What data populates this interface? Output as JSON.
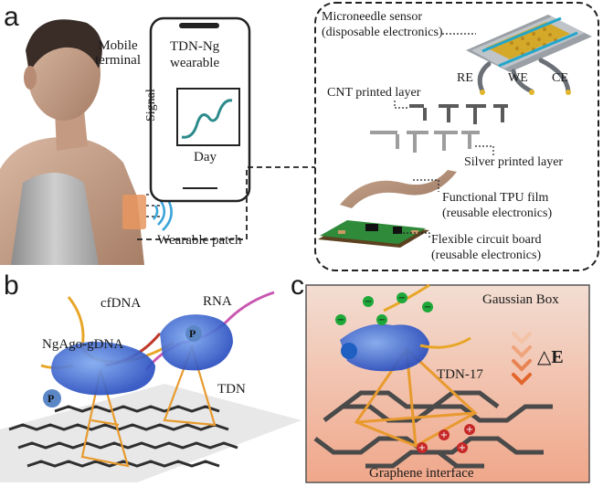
{
  "panels": {
    "a": {
      "letter": "a",
      "mobile_terminal": "Mobile\nterminal",
      "phone_title": "TDN-Ng\nwearable",
      "plot_ylabel": "Signal",
      "plot_xlabel": "Day",
      "wearable_patch": "Wearable patch",
      "microneedle": "Microneedle sensor\n(disposable electronics)",
      "re": "RE",
      "we": "WE",
      "ce": "CE",
      "cnt_layer": "CNT printed layer",
      "silver_layer": "Silver printed layer",
      "tpu_film": "Functional TPU film\n(reusable electronics)",
      "circuit_board": "Flexible circuit board\n(reusable electronics)"
    },
    "b": {
      "letter": "b",
      "cfdna": "cfDNA",
      "rna": "RNA",
      "ngago": "NgAgo-gDNA",
      "tdn": "TDN",
      "p1": "P",
      "p2": "P"
    },
    "c": {
      "letter": "c",
      "gaussian_box": "Gaussian Box",
      "delta_e": "△E",
      "tdn17": "TDN-17",
      "graphene": "Graphene interface"
    }
  }
}
